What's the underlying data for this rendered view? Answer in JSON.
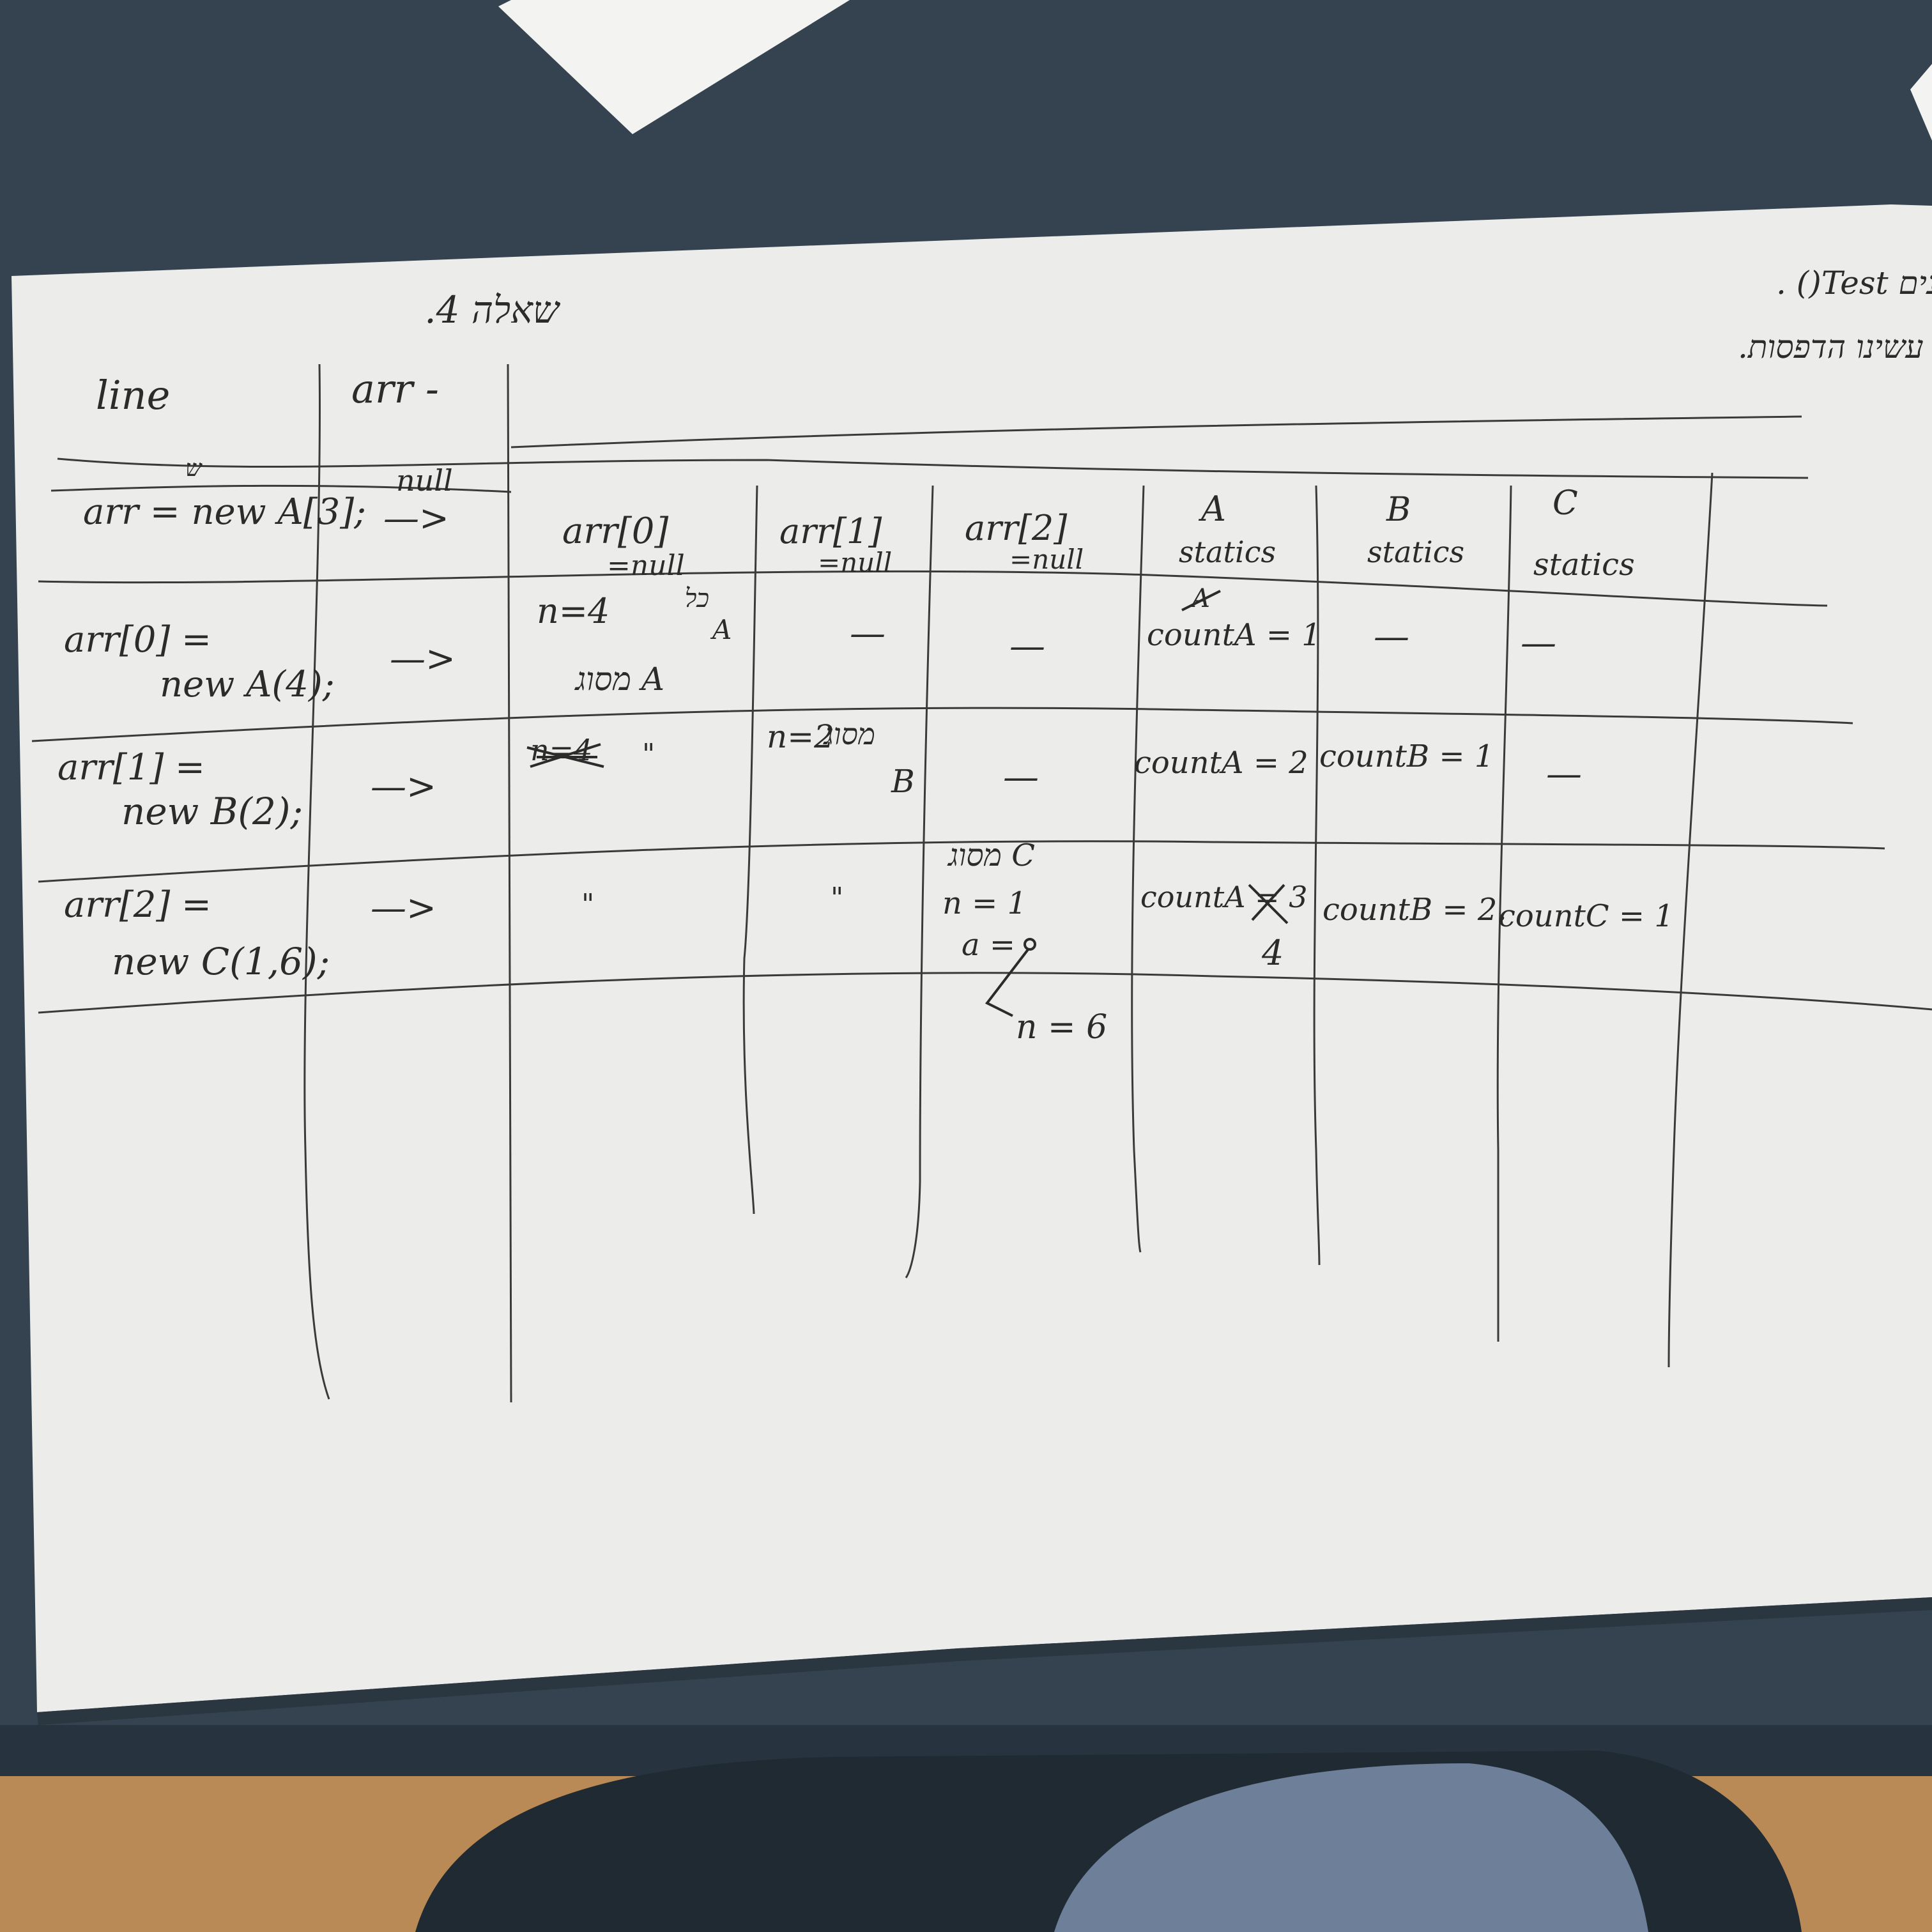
{
  "colors": {
    "desk": "#34434f",
    "paper": "#ececea",
    "ink": "#2b2b2b",
    "floor": "#b98a56",
    "jeans": "#6e7f9a"
  },
  "header": {
    "question": "שאלה 4.",
    "note_line1": "מעקב ביצירת האובייקטים במבנים Test() .",
    "note_line2": "כל שלב הוראות רק עשינו הדפסות."
  },
  "columns": {
    "line": "line",
    "arr": "arr -",
    "arr_init": "null",
    "line_annotation": "ש"
  },
  "rows": [
    {
      "code_1": "arr = new A[3];",
      "code_2": "",
      "arrow": "—>"
    },
    {
      "code_1": "arr[0] =",
      "code_2": "new A(4);",
      "arrow": "—>"
    },
    {
      "code_1": "arr[1] =",
      "code_2": "new B(2);",
      "arrow": "—>"
    },
    {
      "code_1": "arr[2] =",
      "code_2": "new C(1,6);",
      "arrow": "—>"
    }
  ],
  "heap": {
    "headers": [
      {
        "line1": "arr[0]",
        "line2": "=null"
      },
      {
        "line1": "arr[1]",
        "line2": "=null"
      },
      {
        "line1": "arr[2]",
        "line2": "=null"
      },
      {
        "line1": "A",
        "line2": "statics"
      },
      {
        "line1": "B",
        "line2": "statics"
      },
      {
        "line1": "C",
        "line2": "statics"
      }
    ],
    "row2": {
      "arr0_value": "n=4",
      "arr0_type_label": "כל",
      "arr0_type_line2": "A",
      "arr0_type_line3": "A מסוג",
      "arr1": "—",
      "arr2": "—",
      "a_statics_struck": "A",
      "a_statics": "countA = 1",
      "b_statics": "—",
      "c_statics": "—"
    },
    "row3": {
      "arr0_struck": "n=4",
      "arr0_ditto": "\"",
      "arr1_value": "n=2",
      "arr1_type_label": "מסוג",
      "arr1_type": "B",
      "arr2": "—",
      "a_statics": "countA = 2",
      "b_statics": "countB = 1",
      "c_statics": "—"
    },
    "row4": {
      "arr0_ditto": "\"",
      "arr1_ditto": "\"",
      "arr2_type_label": "C מסוג",
      "arr2_n": "n = 1",
      "arr2_a": "a =",
      "arr2_nested": "n = 6",
      "a_statics": "countA = 3",
      "a_statics_correction": "4",
      "b_statics": "countB = 2.",
      "c_statics": "countC = 1"
    }
  }
}
